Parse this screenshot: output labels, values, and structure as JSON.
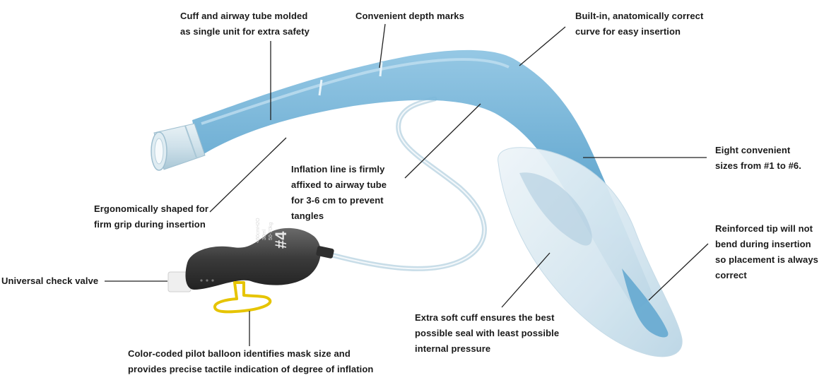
{
  "diagram": {
    "colors": {
      "tube_blue": "#5fa6cf",
      "tube_dark": "#3f86b4",
      "cuff_light": "#dbe9f1",
      "line_clear": "#d7e6ee",
      "balloon_dark": "#3a3a3a",
      "valve_white": "#efefef",
      "yellow_clip": "#e6c400",
      "leader": "#222222"
    },
    "callouts": [
      {
        "id": "cuff-and-tube",
        "text": "Cuff and airway tube molded\nas single unit for extra safety"
      },
      {
        "id": "depth-marks",
        "text": "Convenient depth marks"
      },
      {
        "id": "built-in-curve",
        "text": "Built-in, anatomically correct\ncurve for easy insertion"
      },
      {
        "id": "eight-sizes",
        "text": "Eight convenient\nsizes from #1 to #6."
      },
      {
        "id": "reinforced-tip",
        "text": "Reinforced tip will not\nbend during insertion\nso placement is always\ncorrect"
      },
      {
        "id": "inflation-line",
        "text": "Inflation line is firmly\naffixed to airway tube\nfor 3-6 cm to prevent\ntangles"
      },
      {
        "id": "ergonomic-grip",
        "text": "Ergonomically shaped for\nfirm grip during insertion"
      },
      {
        "id": "check-valve",
        "text": "Universal check valve"
      },
      {
        "id": "soft-cuff",
        "text": "Extra soft cuff ensures the best\npossible seal with least possible\ninternal pressure"
      },
      {
        "id": "pilot-balloon",
        "text": "Color-coded pilot balloon identifies mask size and\nprovides precise tactile indication of degree of inflation"
      }
    ],
    "balloon_marks": {
      "size": "#4",
      "line1": "50-70kg",
      "line2": "30ml",
      "line3": "<60cmH2O"
    }
  }
}
